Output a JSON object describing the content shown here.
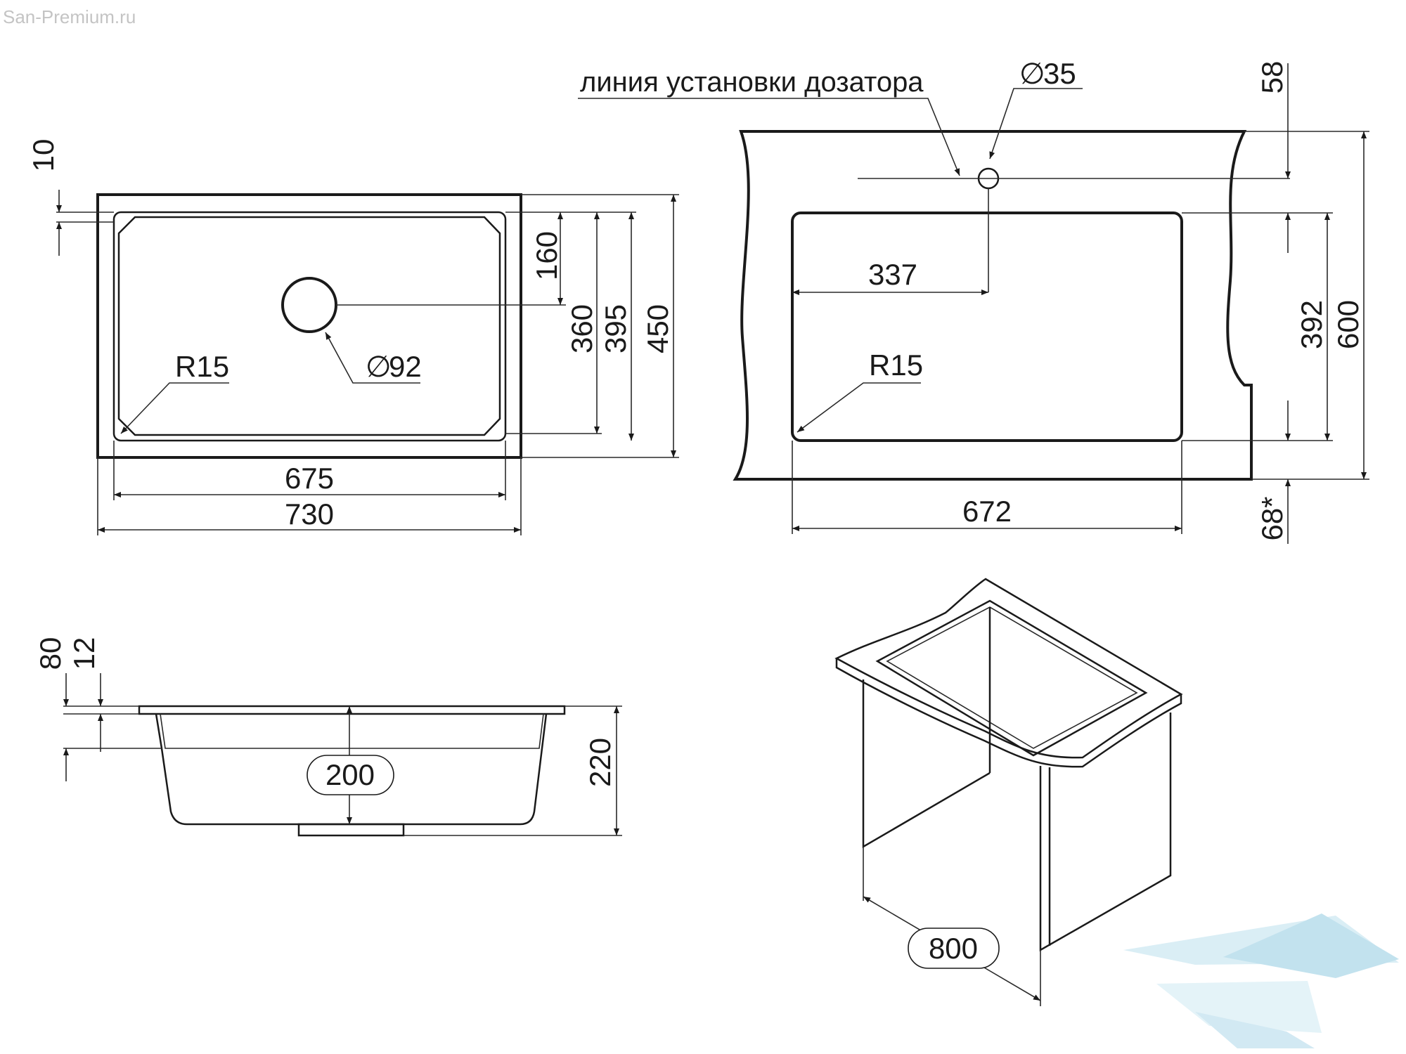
{
  "watermark": "San-Premium.ru",
  "top_view": {
    "dim_10": "10",
    "dim_160": "160",
    "dim_360": "360",
    "dim_395": "395",
    "dim_450": "450",
    "radius": "R15",
    "drain_diameter": "92",
    "dim_675": "675",
    "dim_730": "730"
  },
  "cutout_view": {
    "dispenser_line_label": "линия установки дозатора",
    "hole_diameter": "35",
    "dim_58": "58",
    "dim_337": "337",
    "radius": "R15",
    "dim_392": "392",
    "dim_600": "600",
    "dim_672": "672",
    "dim_68": "68*"
  },
  "side_view": {
    "dim_80": "80",
    "dim_12": "12",
    "dim_200": "200",
    "dim_220": "220"
  },
  "cabinet_view": {
    "dim_800": "800"
  },
  "logo": {
    "color": "#a9d6e8"
  }
}
